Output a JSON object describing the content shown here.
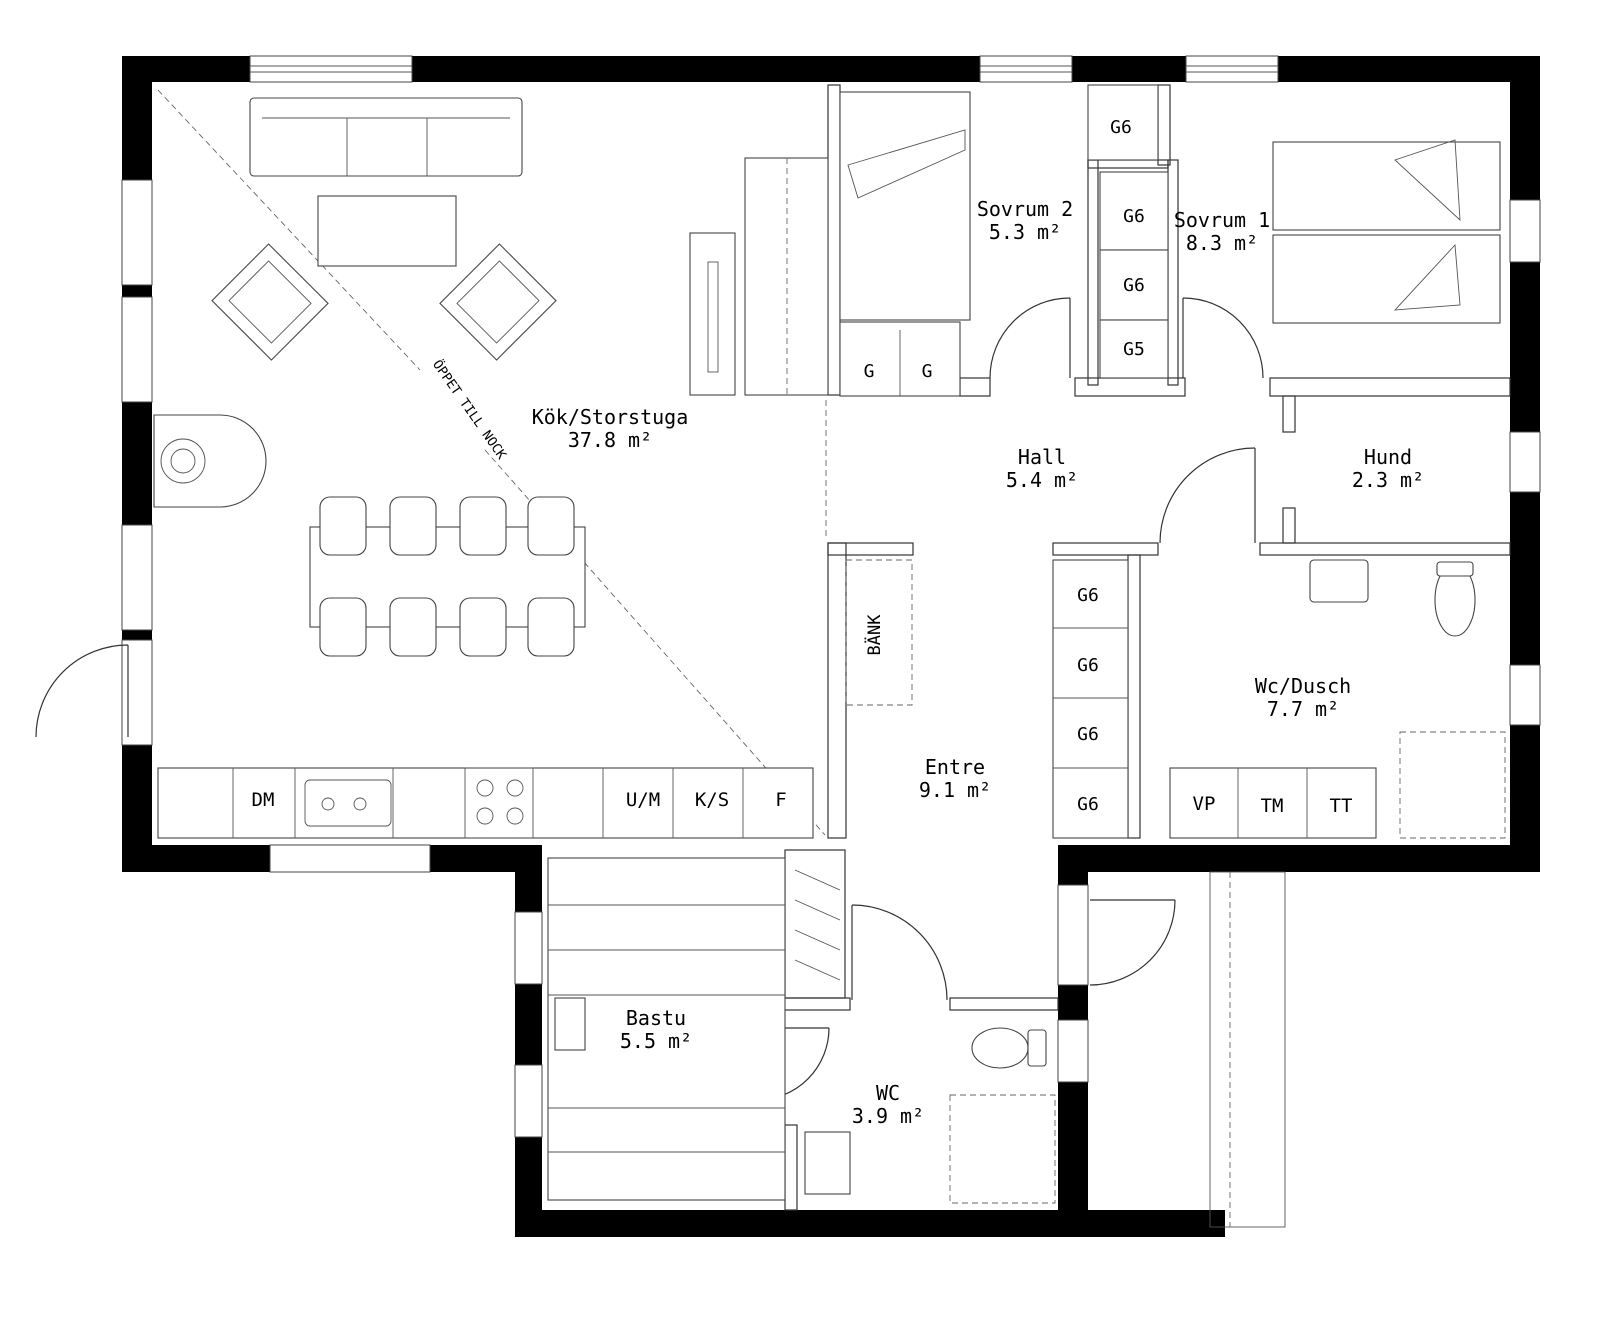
{
  "rooms": {
    "kok": {
      "name": "Kök/Storstuga",
      "area": "37.8 m²"
    },
    "sovrum2": {
      "name": "Sovrum 2",
      "area": "5.3 m²"
    },
    "sovrum1": {
      "name": "Sovrum 1",
      "area": "8.3 m²"
    },
    "hall": {
      "name": "Hall",
      "area": "5.4 m²"
    },
    "hund": {
      "name": "Hund",
      "area": "2.3 m²"
    },
    "wcdusch": {
      "name": "Wc/Dusch",
      "area": "7.7 m²"
    },
    "entre": {
      "name": "Entre",
      "area": "9.1 m²"
    },
    "bastu": {
      "name": "Bastu",
      "area": "5.5 m²"
    },
    "wc": {
      "name": "WC",
      "area": "3.9 m²"
    }
  },
  "annotations": {
    "oppet_till_nock": "ÖPPET TILL NOCK",
    "bank": "BÄNK"
  },
  "kitchen_units": {
    "dm": "DM",
    "um": "U/M",
    "ks": "K/S",
    "f": "F"
  },
  "laundry_units": {
    "vp": "VP",
    "tm": "TM",
    "tt": "TT"
  },
  "closets": {
    "g6_top": "G6",
    "g6_s1a": "G6",
    "g6_s1b": "G6",
    "g5_s1": "G5",
    "g_a": "G",
    "g_b": "G",
    "g6_e1": "G6",
    "g6_e2": "G6",
    "g6_e3": "G6",
    "g6_e4": "G6"
  }
}
